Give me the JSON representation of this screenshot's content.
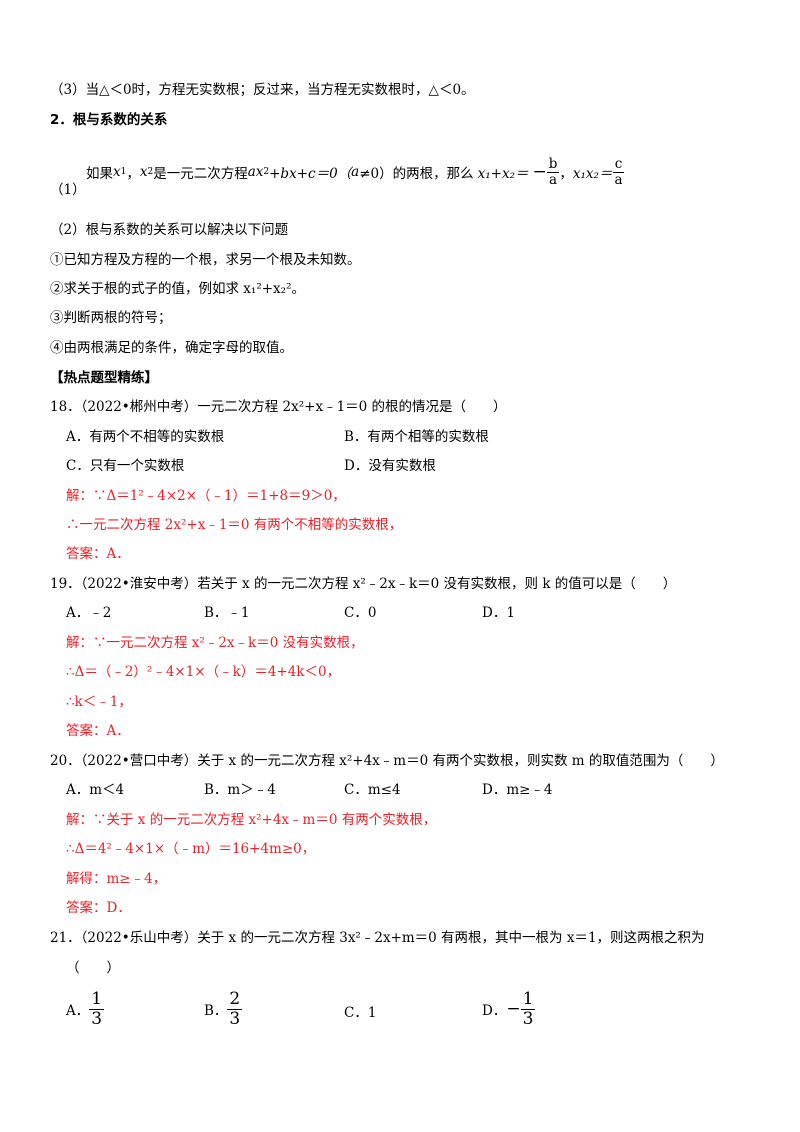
{
  "s3_text": "（3）当△＜0时，方程无实数根；反过来，当方程无实数根时，△＜0。",
  "h2_title": "2．根与系数的关系",
  "vieta": {
    "label": "（1）",
    "intro": "如果",
    "x1": "x",
    "comma": "，",
    "x2": "x",
    "mid": "是一元二次方程",
    "eq": "ax",
    "eq_rest": "+bx+c＝0（",
    "a": "a",
    "cond": "≠0）的两根，那么",
    "sum_lhs": "x₁+x₂＝",
    "minus": "−",
    "frac1_num": "b",
    "frac1_den": "a",
    "sep": "，",
    "prod_lhs": "x₁x₂＝",
    "frac2_num": "c",
    "frac2_den": "a"
  },
  "s2_text": "（2）根与系数的关系可以解决以下问题",
  "uses": [
    "①已知方程及方程的一个根，求另一个根及未知数。",
    "②求关于根的式子的值，例如求 x₁²+x₂²。",
    "③判断两根的符号；",
    "④由两根满足的条件，确定字母的取值。"
  ],
  "practice_title": "【热点题型精练】",
  "q18": {
    "stem": "18．（2022•郴州中考）一元二次方程 2x²+x﹣1＝0 的根的情况是（　　）",
    "optA": "A．有两个不相等的实数根",
    "optB": "B．有两个相等的实数根",
    "optC": "C．只有一个实数根",
    "optD": "D．没有实数根",
    "sol1": "解：∵Δ＝1²﹣4×2×（﹣1）＝1+8＝9＞0，",
    "sol2": "∴一元二次方程 2x²+x﹣1＝0 有两个不相等的实数根，",
    "ans": "答案：A．"
  },
  "q19": {
    "stem": "19．（2022•淮安中考）若关于 x 的一元二次方程 x²﹣2x﹣k＝0 没有实数根，则 k 的值可以是（　　）",
    "optA": "A．﹣2",
    "optB": "B．﹣1",
    "optC": "C．0",
    "optD": "D．1",
    "sol1": "解：∵一元二次方程 x²﹣2x﹣k＝0 没有实数根，",
    "sol2": "∴Δ＝（﹣2）²﹣4×1×（﹣k）＝4+4k＜0，",
    "sol3": "∴k＜﹣1，",
    "ans": "答案：A．"
  },
  "q20": {
    "stem": "20．（2022•营口中考）关于 x 的一元二次方程 x²+4x﹣m＝0 有两个实数根，则实数 m 的取值范围为（　　）",
    "optA": "A．m＜4",
    "optB": "B．m＞﹣4",
    "optC": "C．m≤4",
    "optD": "D．m≥﹣4",
    "sol1": "解：∵关于 x 的一元二次方程 x²+4x﹣m＝0 有两个实数根，",
    "sol2": "∴Δ＝4²﹣4×1×（﹣m）＝16+4m≥0，",
    "sol3": "解得：m≥﹣4，",
    "ans": "答案：D．"
  },
  "q21": {
    "stem": "21．（2022•乐山中考）关于 x 的一元二次方程 3x²﹣2x+m＝0 有两根，其中一根为 x＝1，则这两根之积为",
    "paren": "（　　）",
    "optA_label": "A．",
    "optA_num": "1",
    "optA_den": "3",
    "optB_label": "B．",
    "optB_num": "2",
    "optB_den": "3",
    "optC": "C．1",
    "optD_label": "D．",
    "optD_sign": "−",
    "optD_num": "1",
    "optD_den": "3"
  }
}
